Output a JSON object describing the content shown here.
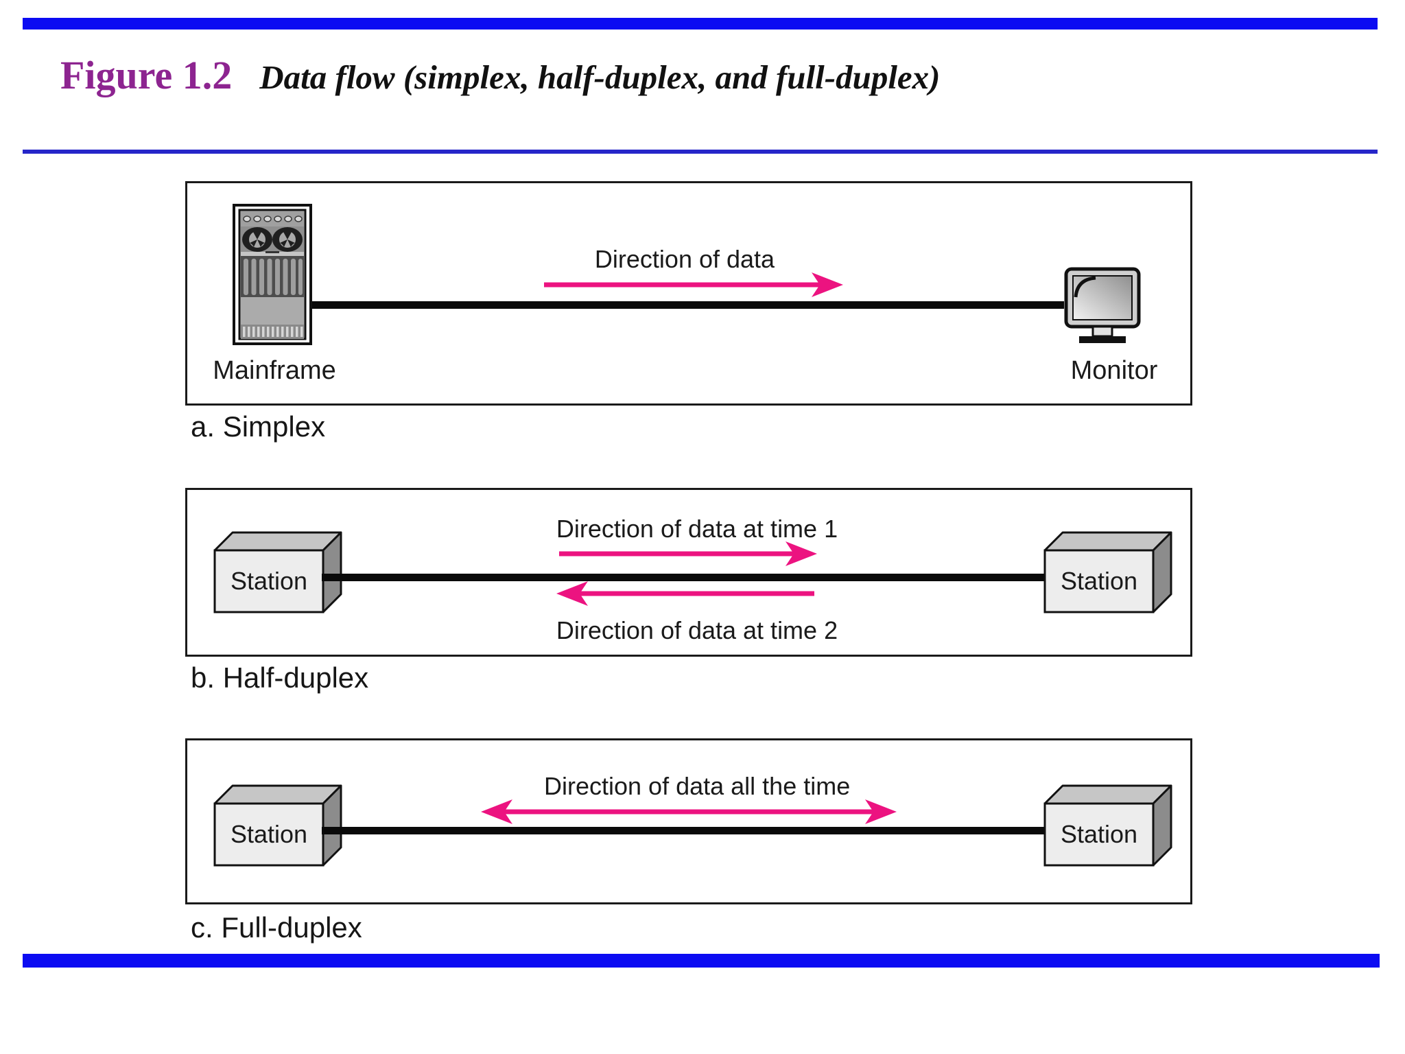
{
  "header": {
    "figure_label": "Figure 1.2",
    "figure_title": "Data flow (simplex, half-duplex, and full-duplex)"
  },
  "colors": {
    "accent_bar_blue": "#0b0bf2",
    "divider_rule_blue": "#2626c9",
    "figure_label_purple": "#8d2490",
    "arrow_pink": "#ec1380",
    "panel_border": "#1a1a1a",
    "link_line_black": "#0a0a0a"
  },
  "panels": [
    {
      "caption": "a. Simplex",
      "left_node": "Mainframe",
      "right_node": "Monitor",
      "arrows": [
        {
          "label": "Direction of data",
          "direction": "right"
        }
      ]
    },
    {
      "caption": "b. Half-duplex",
      "left_node": "Station",
      "right_node": "Station",
      "arrows": [
        {
          "label": "Direction of data at time 1",
          "direction": "right"
        },
        {
          "label": "Direction of data at time 2",
          "direction": "left"
        }
      ]
    },
    {
      "caption": "c. Full-duplex",
      "left_node": "Station",
      "right_node": "Station",
      "arrows": [
        {
          "label": "Direction of data all the time",
          "direction": "both"
        }
      ]
    }
  ]
}
